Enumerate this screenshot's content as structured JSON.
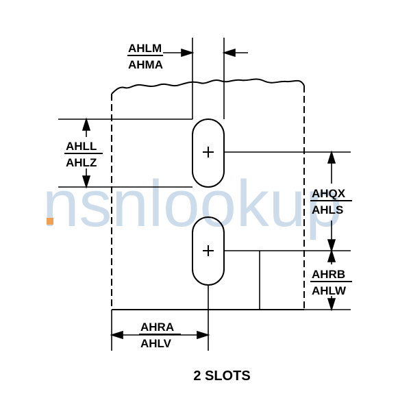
{
  "watermark": {
    "text": "nsnlookup",
    "accent_color": "#f0a050",
    "text_color": "#8fb3d1"
  },
  "dimensions": {
    "slot_width": {
      "upper": "AHLM",
      "lower": "AHMA"
    },
    "slot_length": {
      "upper": "AHLL",
      "lower": "AHLZ"
    },
    "slot_spacing": {
      "upper": "AHQX",
      "lower": "AHLS"
    },
    "edge_to_slot_center": {
      "upper": "AHRB",
      "lower": "AHLW"
    },
    "side_to_slot_center": {
      "upper": "AHRA",
      "lower": "AHLV"
    }
  },
  "caption": "2 SLOTS"
}
